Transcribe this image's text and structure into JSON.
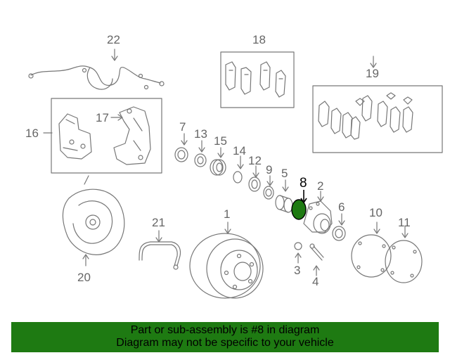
{
  "callouts": {
    "n1": "1",
    "n2": "2",
    "n3": "3",
    "n4": "4",
    "n5": "5",
    "n6": "6",
    "n7": "7",
    "n8": "8",
    "n9": "9",
    "n10": "10",
    "n11": "11",
    "n12": "12",
    "n13": "13",
    "n14": "14",
    "n15": "15",
    "n16": "16",
    "n17": "17",
    "n18": "18",
    "n19": "19",
    "n20": "20",
    "n21": "21",
    "n22": "22"
  },
  "highlight": {
    "part": "8",
    "color": "#1e7a12"
  },
  "banner": {
    "line1": "Part or sub-assembly is #8 in diagram",
    "line2": "Diagram may not be specific to your vehicle",
    "background": "#1e7a12"
  }
}
